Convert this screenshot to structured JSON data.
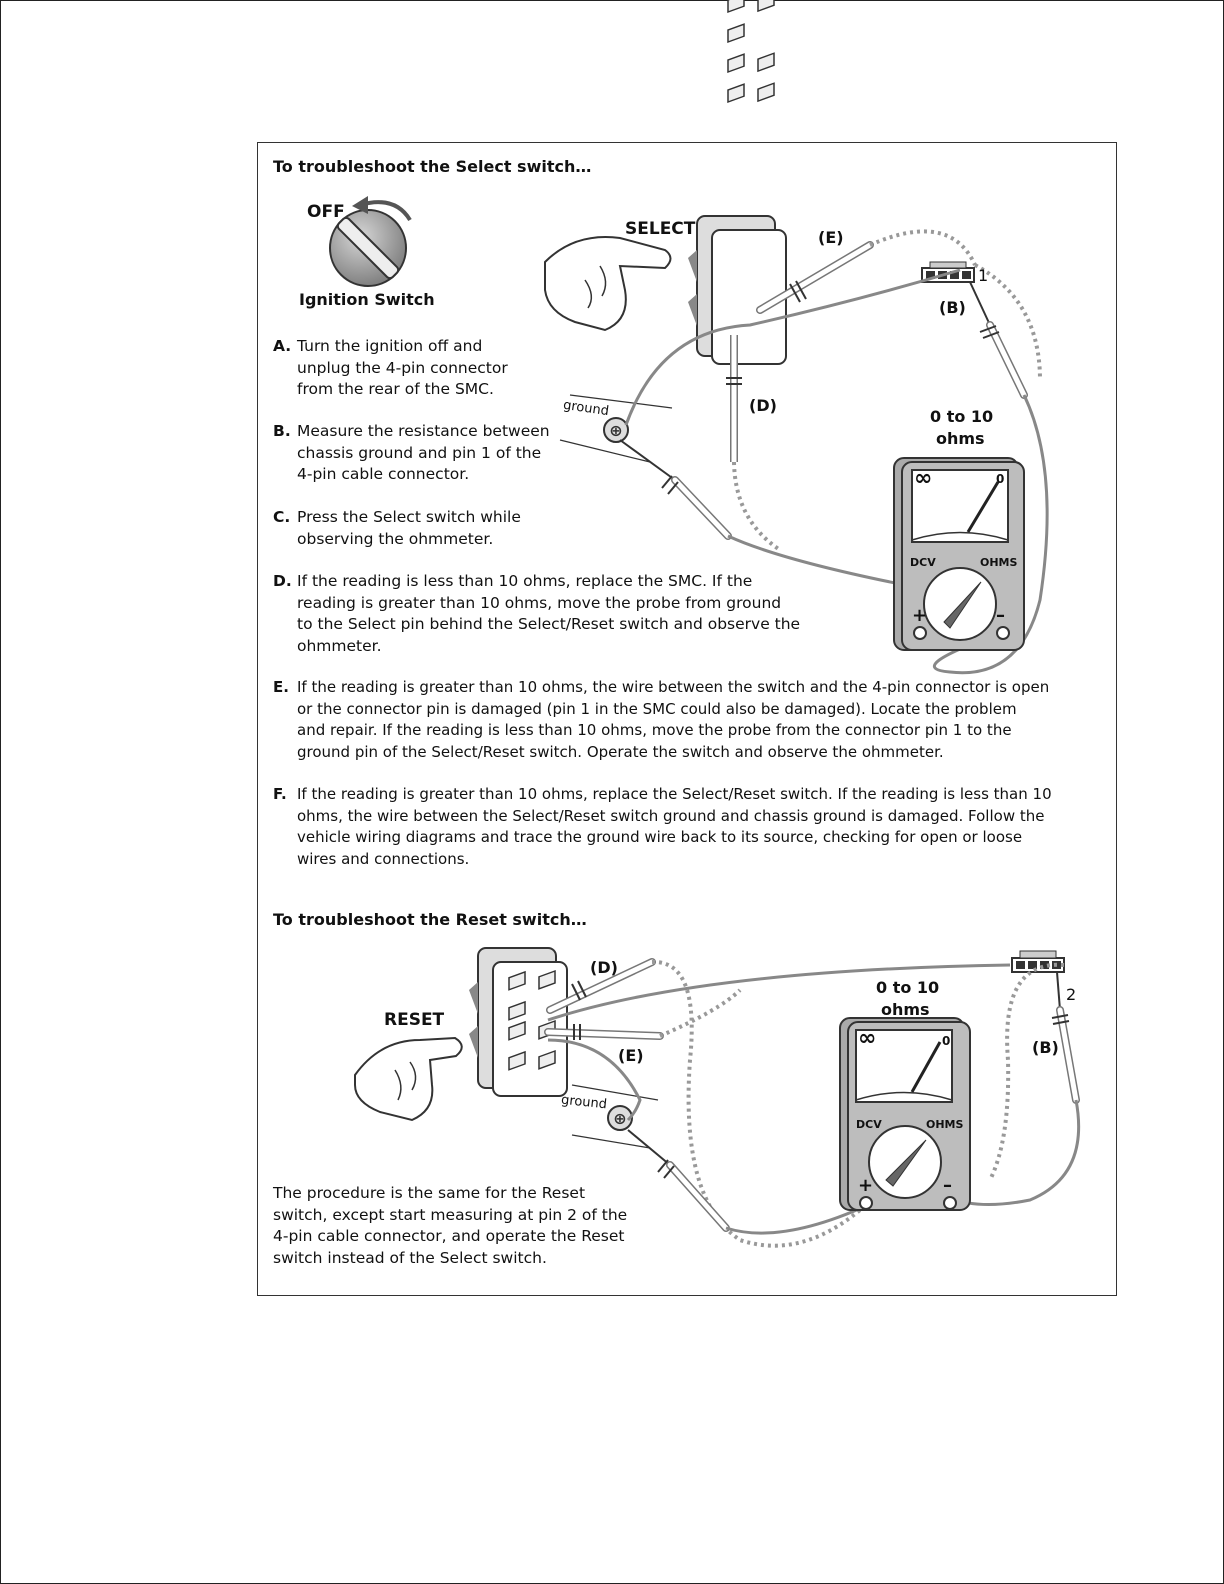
{
  "select_section": {
    "heading": "To troubleshoot the Select switch…",
    "ignition": {
      "off_label": "OFF",
      "caption": "Ignition Switch"
    },
    "switch_label": "SELECT",
    "callouts": {
      "e": "(E)",
      "b": "(B)",
      "d": "(D)",
      "pin": "1",
      "ground": "ground"
    },
    "meter": {
      "range_line1": "0 to 10",
      "range_line2": "ohms",
      "infinity": "∞",
      "zero": "0",
      "dcv": "DCV",
      "ohms": "OHMS",
      "plus": "+",
      "minus": "–"
    },
    "steps": [
      {
        "letter": "A.",
        "lines": [
          "Turn the ignition off and",
          "unplug the 4-pin connector",
          "from the rear of the SMC."
        ]
      },
      {
        "letter": "B.",
        "lines": [
          "Measure the resistance between",
          "chassis ground and pin 1 of the",
          "4-pin cable connector."
        ]
      },
      {
        "letter": "C.",
        "lines": [
          "Press the Select switch while",
          "observing the ohmmeter."
        ]
      },
      {
        "letter": "D.",
        "lines": [
          "If the reading is less than 10 ohms, replace the SMC. If the",
          "reading is greater than 10 ohms, move the probe from ground",
          "to the Select pin behind the Select/Reset switch and observe the",
          "ohmmeter."
        ]
      },
      {
        "letter": "E.",
        "lines": [
          "If the reading is greater than 10 ohms, the wire between the switch and the 4-pin connector is open",
          "or the connector pin is damaged (pin 1 in the SMC could also be damaged). Locate the problem",
          "and repair. If the reading is less than 10 ohms, move the probe from the connector pin 1 to the",
          "ground pin of the Select/Reset switch. Operate the switch and observe the ohmmeter."
        ]
      },
      {
        "letter": "F.",
        "lines": [
          "If the reading is greater than 10 ohms, replace the Select/Reset switch. If the reading is less than 10",
          "ohms, the wire between the Select/Reset switch ground and chassis ground is damaged. Follow the",
          "vehicle wiring diagrams and trace the ground wire back to its source, checking for open or loose",
          "wires and connections."
        ]
      }
    ]
  },
  "reset_section": {
    "heading": "To troubleshoot the Reset switch…",
    "switch_label": "RESET",
    "callouts": {
      "d": "(D)",
      "e": "(E)",
      "b": "(B)",
      "pin": "2",
      "ground": "ground"
    },
    "meter": {
      "range_line1": "0 to 10",
      "range_line2": "ohms",
      "infinity": "∞",
      "zero": "0",
      "dcv": "DCV",
      "ohms": "OHMS",
      "plus": "+",
      "minus": "–"
    },
    "note_lines": [
      "The procedure is the same for the Reset",
      "switch, except start measuring at pin 2 of the",
      "4-pin cable connector, and operate the Reset",
      "switch instead of the Select switch."
    ]
  }
}
